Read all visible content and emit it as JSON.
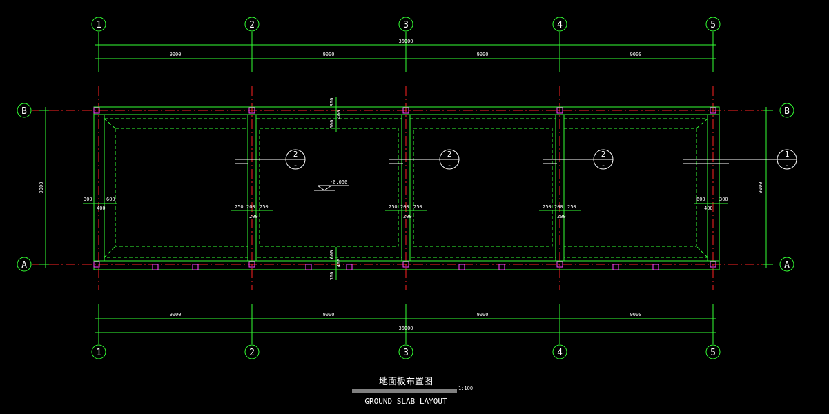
{
  "grid": {
    "columns": [
      "1",
      "2",
      "3",
      "4",
      "5"
    ],
    "rows": [
      "B",
      "A"
    ]
  },
  "dims": {
    "top_total": "36000",
    "top_spans": [
      "9000",
      "9000",
      "9000",
      "9000"
    ],
    "bottom_total": "36000",
    "bottom_spans": [
      "9000",
      "9000",
      "9000",
      "9000"
    ],
    "left_vertical": "9000",
    "right_vertical": "9000"
  },
  "section_marks": [
    {
      "num": "2",
      "sub": "-"
    },
    {
      "num": "2",
      "sub": "-"
    },
    {
      "num": "2",
      "sub": "-"
    },
    {
      "num": "1",
      "sub": "-"
    }
  ],
  "elevation": "-0.050",
  "detail_dims": {
    "top_300": "300",
    "top_400": "400",
    "top_600": "600",
    "bot_300": "300",
    "bot_400": "400",
    "bot_600": "600",
    "left_300": "300",
    "left_400": "400",
    "left_600": "600",
    "right_300": "300",
    "right_400": "400",
    "right_600": "600",
    "mid_250a": "250",
    "mid_200": "200",
    "mid_250b": "250",
    "mid_200b": "200"
  },
  "title": {
    "cn": "地面板布置图",
    "scale": "1:100",
    "en": "GROUND SLAB LAYOUT"
  },
  "colors": {
    "background": "#000000",
    "lines": "#33ff33",
    "axis": "#ff2222",
    "text": "#ffffff",
    "pads": "#ff44ff"
  }
}
